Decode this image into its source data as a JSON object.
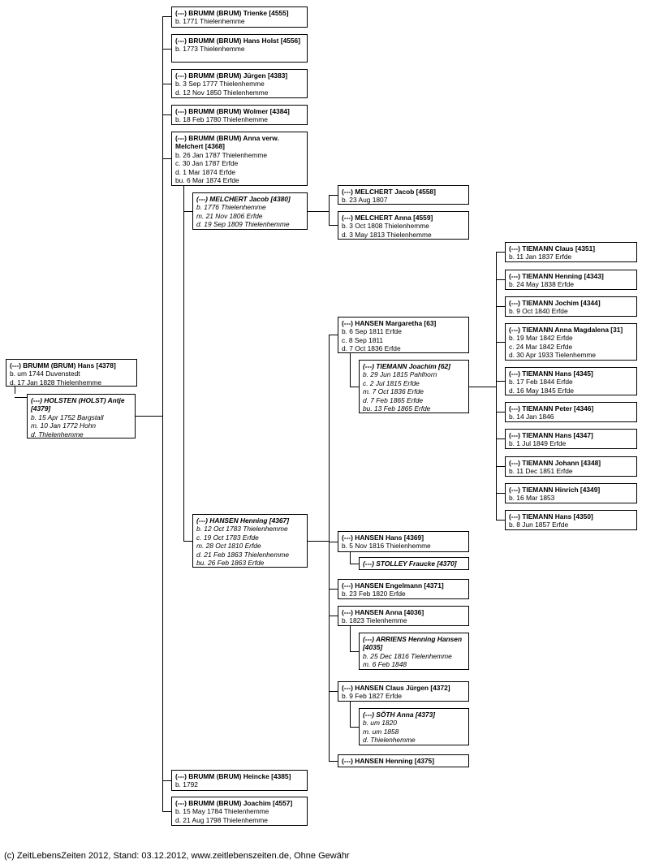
{
  "people": [
    {
      "id": "p1",
      "lines": [
        "(---) BRUMM (BRUM) Hans [4378]",
        "b. um 1744 Duvenstedt",
        "d. 17 Jan 1828 Thielenhemme"
      ]
    },
    {
      "id": "p2",
      "spouse": true,
      "lines": [
        "(---) HOLSTEN (HOLST) Antje [4379]",
        "b. 15 Apr 1752 Bargstall",
        "m. 10 Jan 1772 Hohn",
        "d.  Thielenhemme"
      ]
    },
    {
      "id": "p3",
      "lines": [
        "(---) BRUMM (BRUM) Trienke [4555]",
        "b. 1771 Thielenhemme"
      ]
    },
    {
      "id": "p4",
      "lines": [
        "(---) BRUMM (BRUM) Hans Holst [4556]",
        "b. 1773 Thielenhemme"
      ]
    },
    {
      "id": "p5",
      "lines": [
        "(---) BRUMM (BRUM) Jürgen [4383]",
        "b. 3 Sep 1777 Thielenhemme",
        "d. 12 Nov 1850 Thielenhemme"
      ]
    },
    {
      "id": "p6",
      "lines": [
        "(---) BRUMM (BRUM) Wolmer [4384]",
        "b. 18 Feb 1780 Thielenhemme"
      ]
    },
    {
      "id": "p7",
      "lines": [
        "(---) BRUMM (BRUM) Anna verw. Melchert [4368]",
        "b. 26 Jan 1787 Thielenhemme",
        "c. 30 Jan 1787 Erfde",
        "d. 1 Mar 1874 Erfde",
        "bu. 6 Mar 1874 Erfde"
      ]
    },
    {
      "id": "p8",
      "spouse": true,
      "lines": [
        "(---) MELCHERT Jacob [4380]",
        "b. 1776 Thielenhemme",
        "m. 21 Nov 1806 Erfde",
        "d. 19 Sep 1809 Thielenhemme"
      ]
    },
    {
      "id": "p9",
      "lines": [
        "(---) MELCHERT Jacob [4558]",
        "b. 23 Aug 1807"
      ]
    },
    {
      "id": "p10",
      "lines": [
        "(---) MELCHERT Anna [4559]",
        "b. 3 Oct 1808 Thielenhemme",
        "d. 3 May 1813 Thielenhemme"
      ]
    },
    {
      "id": "p11",
      "spouse": true,
      "lines": [
        "(---) HANSEN Henning [4367]",
        "b. 12 Oct 1783 Thielenhemme",
        "c. 19 Oct 1783 Erfde",
        "m. 28 Oct 1810 Erfde",
        "d. 21 Feb 1863 Thielenhemme",
        "bu. 26 Feb 1863 Erfde"
      ]
    },
    {
      "id": "p12",
      "lines": [
        "(---) HANSEN Margaretha [63]",
        "b. 6 Sep 1811 Erfde",
        "c. 8 Sep 1811",
        "d. 7 Oct 1836 Erfde"
      ]
    },
    {
      "id": "p13",
      "spouse": true,
      "lines": [
        "(---) TIEMANN Joachim [62]",
        "b. 29 Jun 1815 Pahlhorn",
        "c. 2 Jul 1815 Erfde",
        "m. 7 Oct 1836 Erfde",
        "d. 7 Feb 1865 Erfde",
        "bu. 13 Feb 1865 Erfde"
      ]
    },
    {
      "id": "p14",
      "lines": [
        "(---) TIEMANN Claus [4351]",
        "b. 11 Jan 1837 Erfde"
      ]
    },
    {
      "id": "p15",
      "lines": [
        "(---) TIEMANN Henning [4343]",
        "b. 24 May 1838 Erfde"
      ]
    },
    {
      "id": "p16",
      "lines": [
        "(---) TIEMANN Jochim [4344]",
        "b. 9 Oct 1840 Erfde"
      ]
    },
    {
      "id": "p17",
      "lines": [
        "(---) TIEMANN Anna Magdalena [31]",
        "b. 19 Mar 1842 Erfde",
        "c. 24 Mar 1842 Erfde",
        "d. 30 Apr 1933 Tielenhemme"
      ]
    },
    {
      "id": "p18",
      "lines": [
        "(---) TIEMANN Hans [4345]",
        "b. 17 Feb 1844 Erfde",
        "d. 16 May 1845 Erfde"
      ]
    },
    {
      "id": "p19",
      "lines": [
        "(---) TIEMANN Peter [4346]",
        "b. 14 Jan 1846"
      ]
    },
    {
      "id": "p20",
      "lines": [
        "(---) TIEMANN Hans [4347]",
        "b. 1 Jul 1849 Erfde"
      ]
    },
    {
      "id": "p21",
      "lines": [
        "(---) TIEMANN Johann [4348]",
        "b. 11 Dec 1851 Erfde"
      ]
    },
    {
      "id": "p22",
      "lines": [
        "(---) TIEMANN Hinrich [4349]",
        "b. 16 Mar 1853"
      ]
    },
    {
      "id": "p23",
      "lines": [
        "(---) TIEMANN Hans [4350]",
        "b. 8 Jun 1857 Erfde"
      ]
    },
    {
      "id": "p24",
      "lines": [
        "(---) HANSEN Hans [4369]",
        "b. 5 Nov 1816 Thielenhemme"
      ]
    },
    {
      "id": "p25",
      "spouse": true,
      "lines": [
        "(---) STOLLEY Fraucke [4370]"
      ]
    },
    {
      "id": "p26",
      "lines": [
        "(---) HANSEN Engelmann [4371]",
        "b. 23 Feb 1820 Erfde"
      ]
    },
    {
      "id": "p27",
      "lines": [
        "(---) HANSEN Anna [4036]",
        "b. 1823 Tielenhemme"
      ]
    },
    {
      "id": "p28",
      "spouse": true,
      "lines": [
        "(---) ARRIENS Henning Hansen [4035]",
        "b. 25 Dec 1816 Tielenhemme",
        "m. 6 Feb 1848"
      ]
    },
    {
      "id": "p29",
      "lines": [
        "(---) HANSEN Claus Jürgen [4372]",
        "b. 9 Feb 1827 Erfde"
      ]
    },
    {
      "id": "p30",
      "spouse": true,
      "lines": [
        "(---) SÖTH Anna [4373]",
        "b. um 1820",
        "m. um 1858",
        "d.  Thielenhemme"
      ]
    },
    {
      "id": "p31",
      "lines": [
        "(---) HANSEN Henning [4375]"
      ]
    },
    {
      "id": "p32",
      "lines": [
        "(---) BRUMM (BRUM) Heincke [4385]",
        "b. 1792"
      ]
    },
    {
      "id": "p33",
      "lines": [
        "(---) BRUMM (BRUM) Joachim [4557]",
        "b. 15 May 1784 Thielenhemme",
        "d. 21 Aug 1798 Thielenhemme"
      ]
    }
  ],
  "footer": "(c) ZeitLebensZeiten 2012, Stand: 03.12.2012, www.zeitlebenszeiten.de, Ohne Gewähr"
}
